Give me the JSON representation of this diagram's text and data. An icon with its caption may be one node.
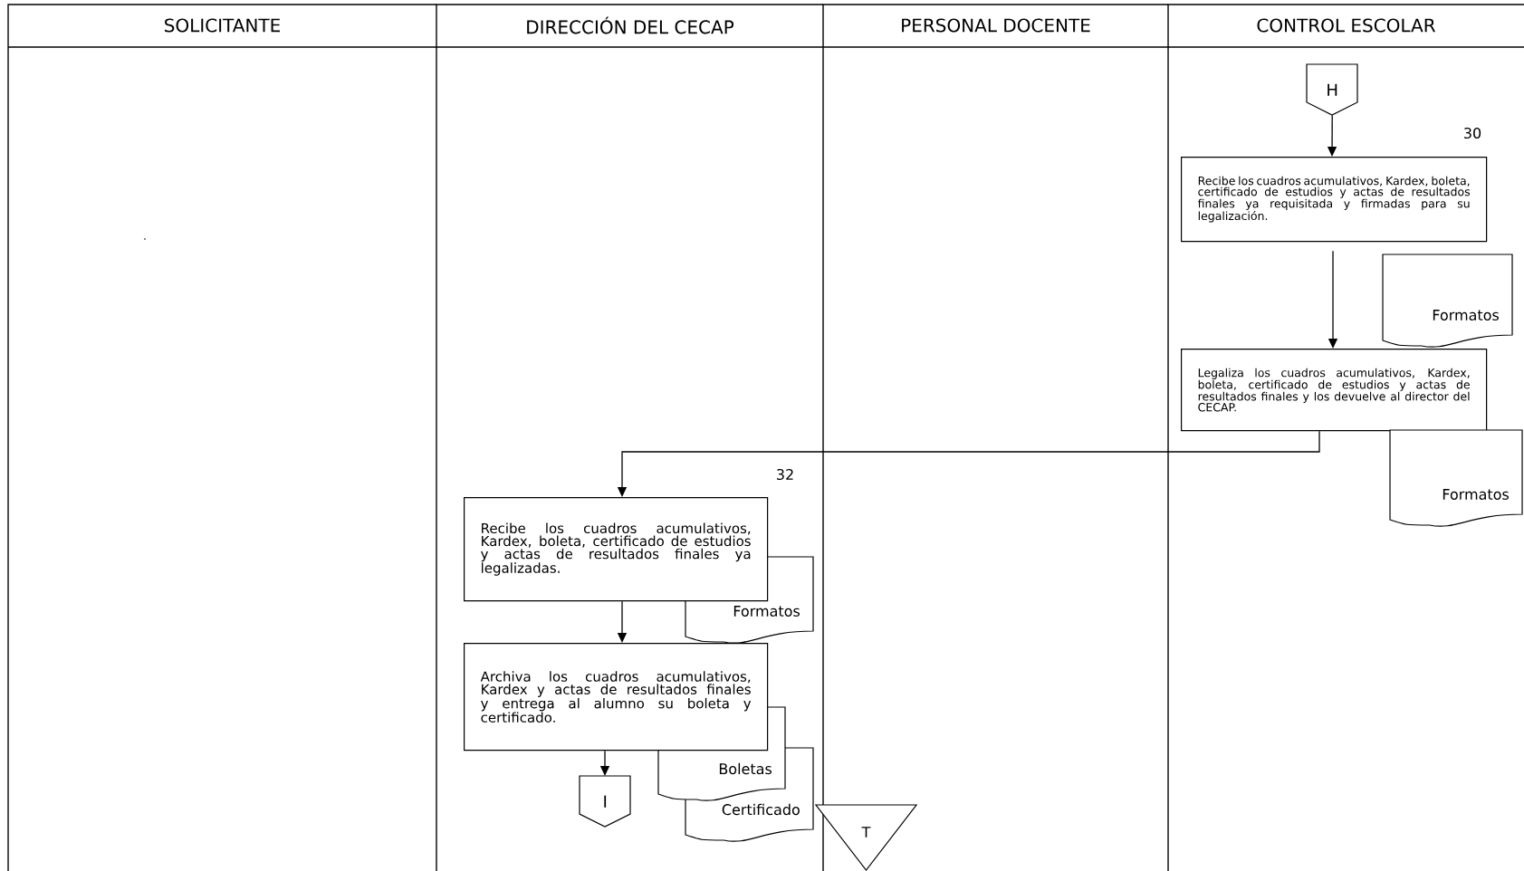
{
  "diagram": {
    "nodes": [
      {
        "text": [
          "SOLICITANTE"
        ]
      },
      {
        "text": [
          "DIRECCIÓN DEL CECAP"
        ]
      },
      {
        "text": [
          "PERSONAL DOCENTE"
        ]
      },
      {
        "text": [
          "CONTROL ESCOLAR"
        ]
      },
      {
        "text": [
          "H"
        ],
        "in": 3
      },
      {
        "text": [
          "Recibe los cuadros acumulativos, Kardex, boleta, certificado de estudios y actas de resultados finales ya requisitada y firmadas para su legalización."
        ],
        "in": 3,
        "beside": [
          "30"
        ]
      },
      {
        "text": [
          "Formatos"
        ],
        "in": 3
      },
      {
        "text": [
          "Legaliza los cuadros acumulativos, Kardex, boleta, certificado de estudios y actas de resultados finales y los devuelve al director del CECAP."
        ],
        "in": 3
      },
      {
        "text": [
          "Formatos"
        ],
        "in": 3
      },
      {
        "text": [
          "Recibe los cuadros acumulativos, Kardex, boleta, certificado de estudios y actas de resultados finales ya legalizadas."
        ],
        "in": 1,
        "beside": [
          "32"
        ]
      },
      {
        "text": [
          "Formatos"
        ],
        "in": 1
      },
      {
        "text": [
          "Archiva los cuadros acumulativos, Kardex y actas de resultados finales y entrega al alumno su boleta y certificado."
        ],
        "in": 1
      },
      {
        "text": [
          "Boletas"
        ],
        "in": 1
      },
      {
        "text": [
          "Certificado"
        ],
        "in": 1
      },
      {
        "text": [
          "I"
        ],
        "in": 1
      },
      {
        "text": [
          "T"
        ],
        "in": 2
      }
    ],
    "edges": [
      {
        "from": 4,
        "to": 5,
        "arrow": "to"
      },
      {
        "from": 5,
        "to": 7,
        "arrow": "to"
      },
      {
        "from": 7,
        "to": 9,
        "arrow": "to"
      },
      {
        "from": 9,
        "to": 11,
        "arrow": "to"
      },
      {
        "from": 11,
        "to": 14,
        "arrow": "to"
      }
    ],
    "labels": [
      "."
    ]
  }
}
